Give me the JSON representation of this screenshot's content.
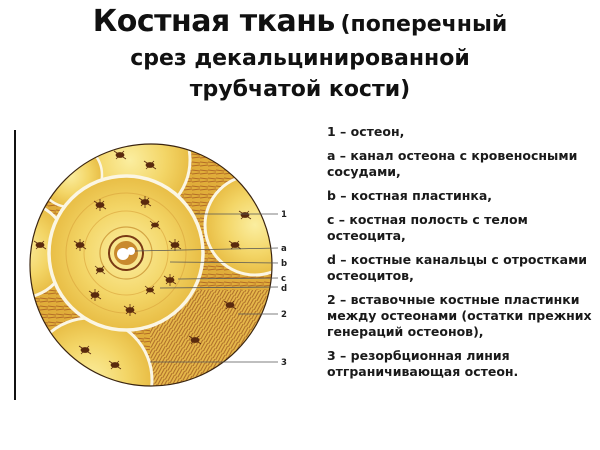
{
  "title": {
    "main": "Костная ткань",
    "paren_line1": "(поперечный",
    "line2": "срез декальцинированной",
    "line3": "трубчатой кости)"
  },
  "figure": {
    "description": "cross-section of decalcified tubular bone showing osteons",
    "colors": {
      "bone_light": "#f6e07a",
      "bone_mid": "#e3b53c",
      "bone_dark": "#7a3a14",
      "resorption_line": "#fbf6e4",
      "outline": "#3a2410"
    },
    "labels": [
      "1",
      "a",
      "b",
      "c",
      "d",
      "2",
      "3"
    ]
  },
  "legend": {
    "items": [
      {
        "key": "1",
        "text": "1 – остеон,"
      },
      {
        "key": "a",
        "text": "а – канал остеона с кровеносными сосудами,"
      },
      {
        "key": "b",
        "text": "b – костная пластинка,"
      },
      {
        "key": "c",
        "text": "с – костная полость с телом остеоцита,"
      },
      {
        "key": "d",
        "text": "d – костные канальцы с отростками остеоцитов,"
      },
      {
        "key": "2",
        "text": "2 – вставочные костные пластинки между остеонами (остатки прежних генераций остеонов),"
      },
      {
        "key": "3",
        "text": "3 – резорбционная линия отграничивающая остеон."
      }
    ]
  }
}
